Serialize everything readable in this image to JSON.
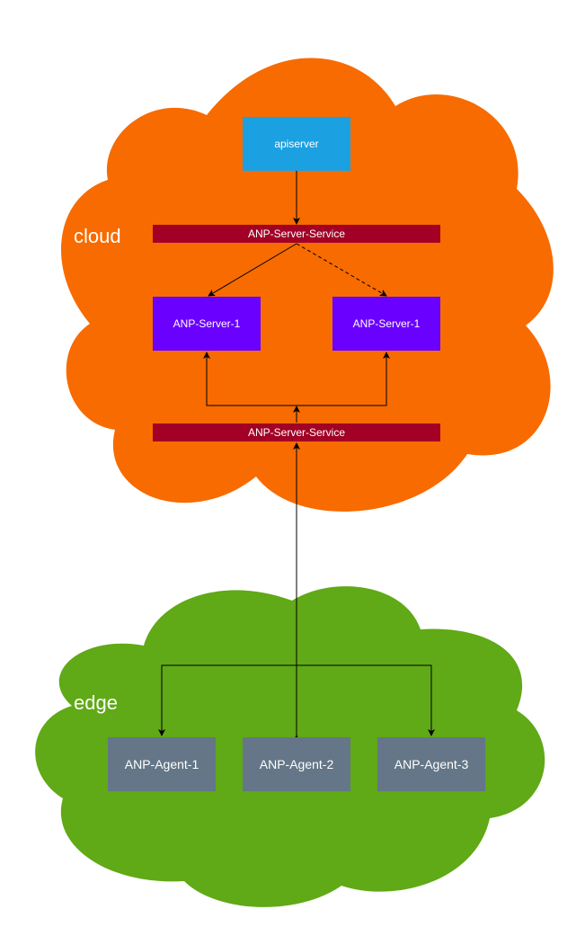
{
  "colors": {
    "cloud_fill": "#f76b00",
    "edge_fill": "#60a917",
    "apiserver_fill": "#1ba1e2",
    "service_bar_fill": "#a20025",
    "server_fill": "#6a00ff",
    "agent_fill": "#647687",
    "edge_line": "#000000"
  },
  "regions": {
    "cloud_label": "cloud",
    "edge_label": "edge"
  },
  "nodes": {
    "apiserver": "apiserver",
    "service_top": "ANP-Server-Service",
    "server_left": "ANP-Server-1",
    "server_right": "ANP-Server-1",
    "service_bottom": "ANP-Server-Service",
    "agent_1": "ANP-Agent-1",
    "agent_2": "ANP-Agent-2",
    "agent_3": "ANP-Agent-3"
  }
}
